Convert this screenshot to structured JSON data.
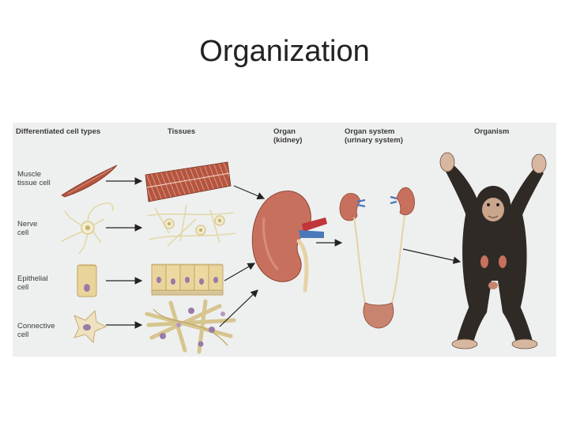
{
  "slide": {
    "title": "Organization"
  },
  "figure": {
    "headers": [
      {
        "line1": "Differentiated cell types",
        "line2": ""
      },
      {
        "line1": "Tissues",
        "line2": ""
      },
      {
        "line1": "Organ",
        "line2": "(kidney)"
      },
      {
        "line1": "Organ system",
        "line2": "(urinary system)"
      },
      {
        "line1": "Organism",
        "line2": ""
      }
    ],
    "rows": [
      {
        "line1": "Muscle",
        "line2": "tissue cell"
      },
      {
        "line1": "Nerve",
        "line2": "cell"
      },
      {
        "line1": "Epithelial",
        "line2": "cell"
      },
      {
        "line1": "Connective",
        "line2": "cell"
      }
    ]
  },
  "colors": {
    "muscle": "#b5553f",
    "kidney": "#c8705e",
    "vessel_blue": "#4a78b8",
    "vessel_red": "#c0343a",
    "ureter": "#e6d2a6",
    "epithelial": "#e9d59c",
    "nucleus": "#9a7aa6",
    "chimp": "#2f2a25",
    "chimp_skin": "#d8b7a0"
  }
}
